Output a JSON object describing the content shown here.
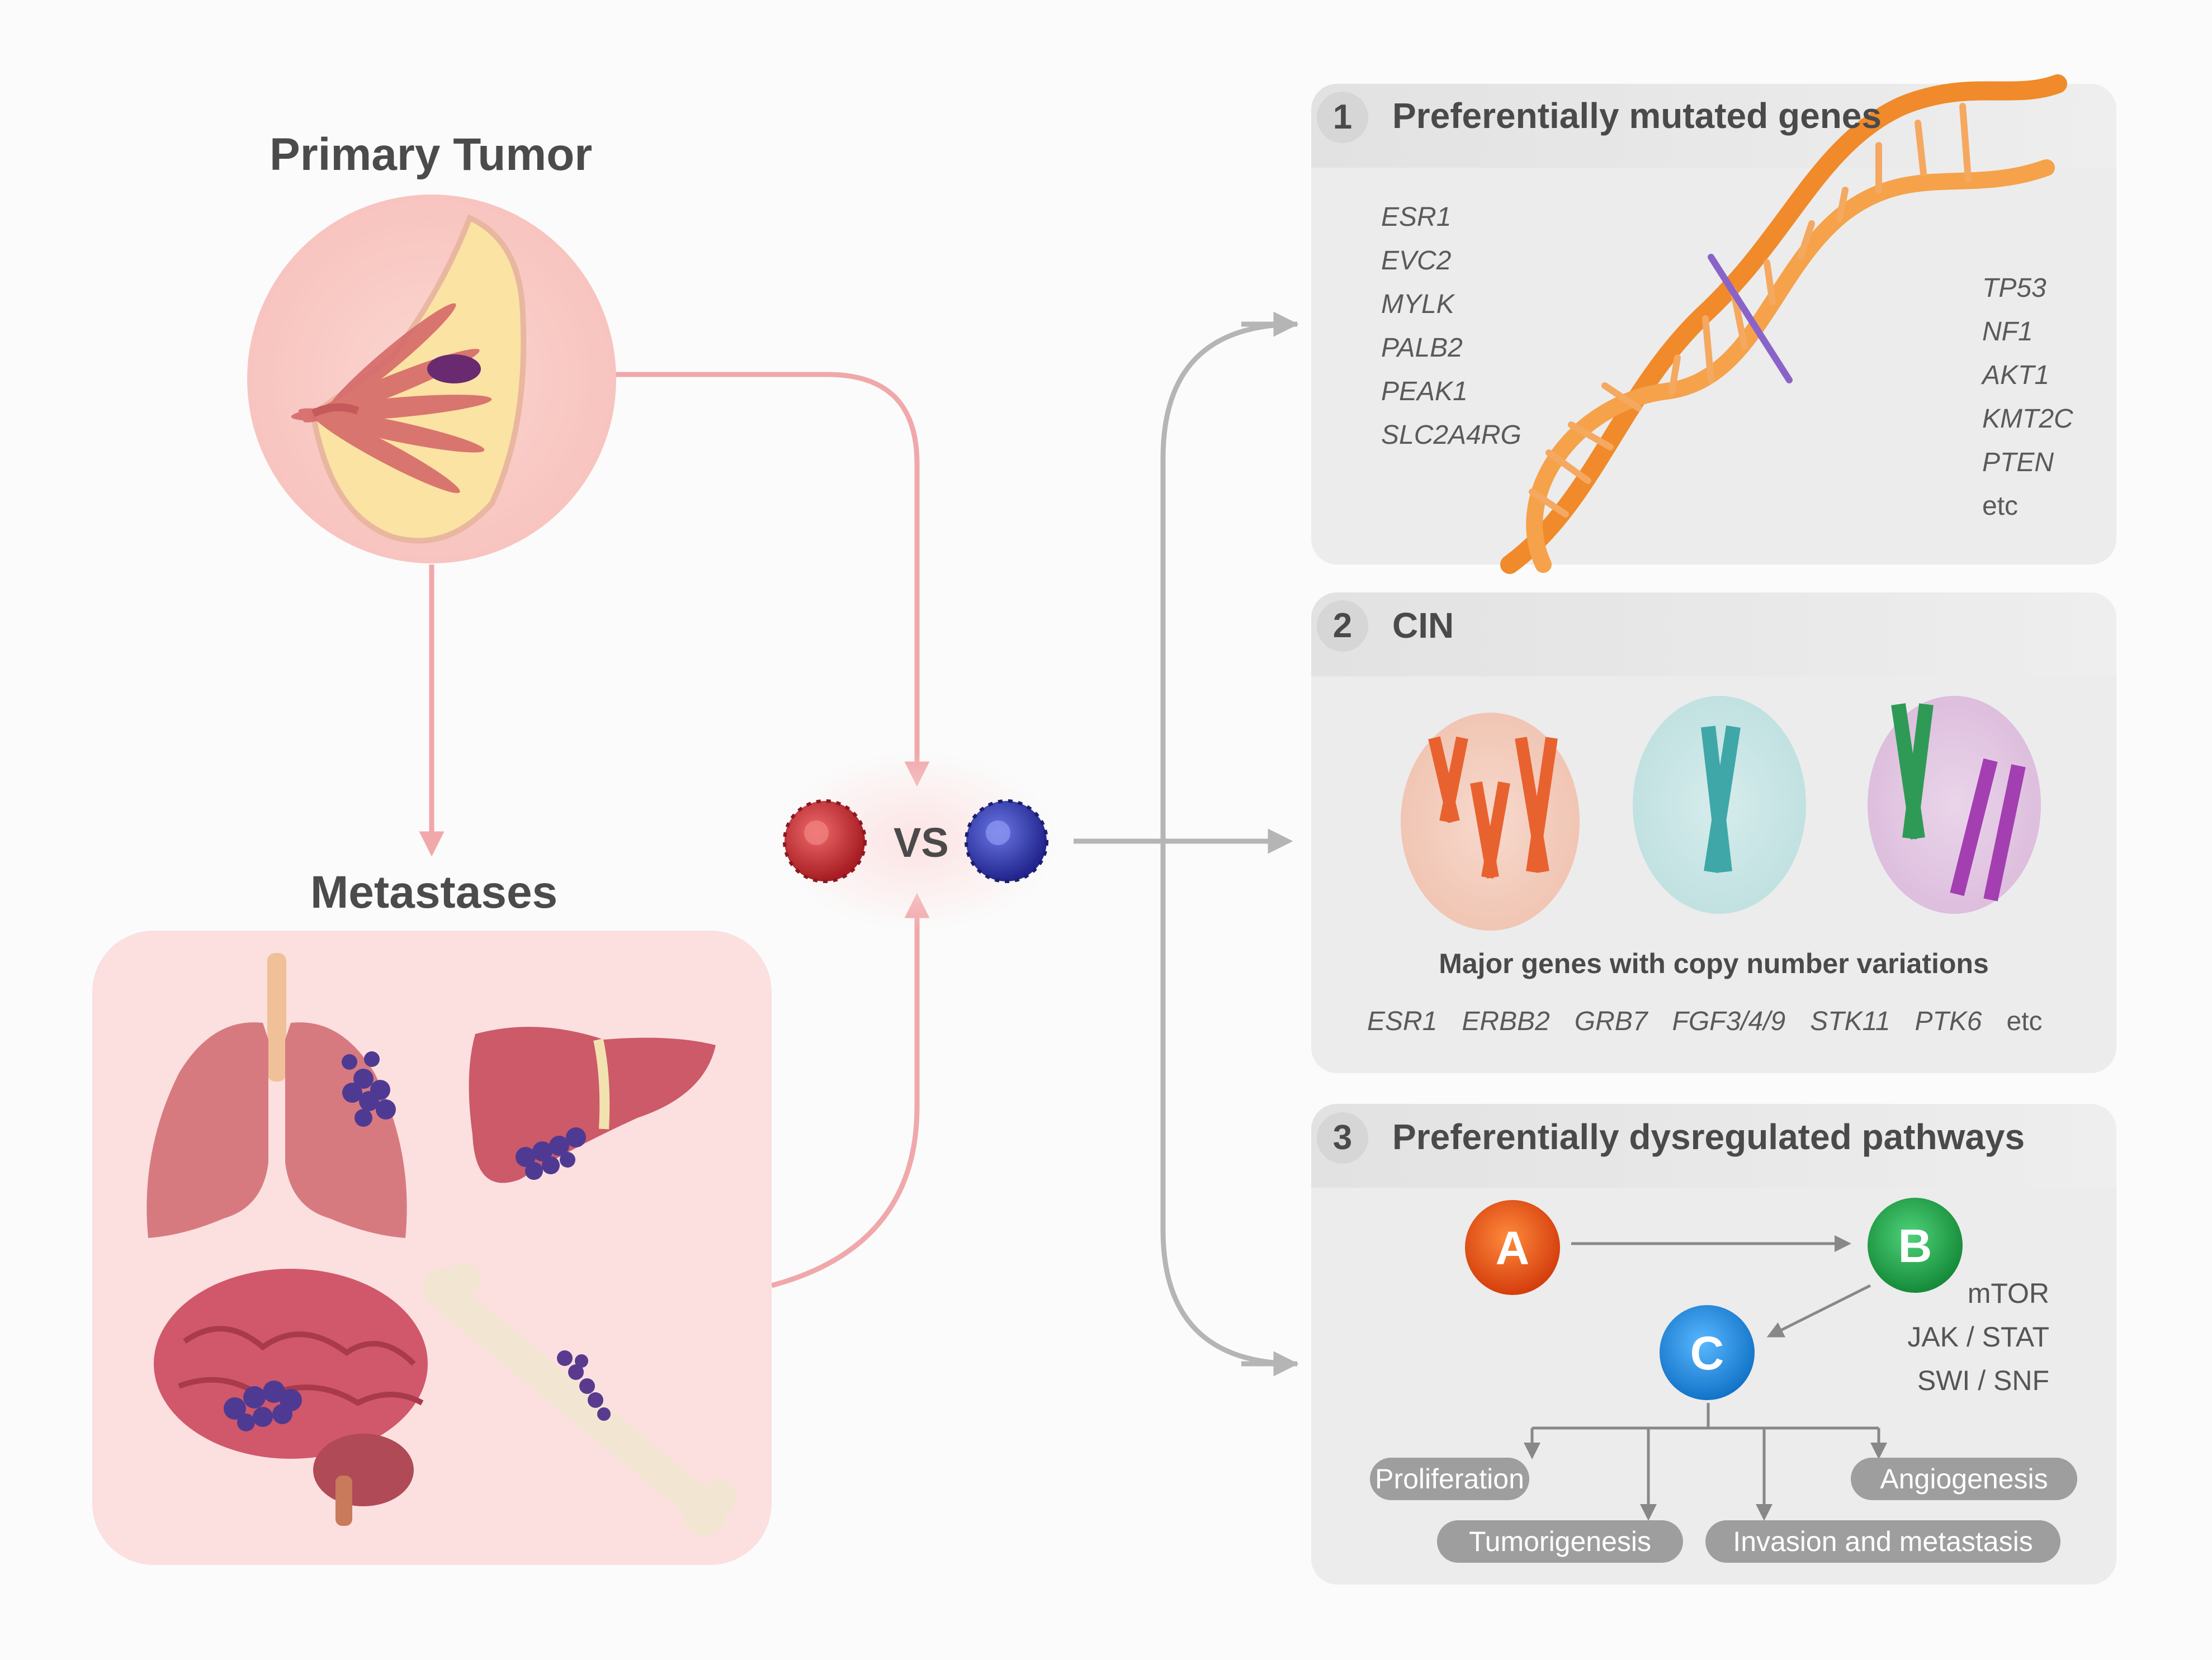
{
  "primary_tumor_title": "Primary Tumor",
  "metastases_title": "Metastases",
  "vs_label": "VS",
  "panels": [
    {
      "number": "1",
      "title": "Preferentially mutated genes"
    },
    {
      "number": "2",
      "title": "CIN"
    },
    {
      "number": "3",
      "title": "Preferentially dysregulated pathways"
    }
  ],
  "mutated_genes_left": [
    "ESR1",
    "EVC2",
    "MYLK",
    "PALB2",
    "PEAK1",
    "SLC2A4RG"
  ],
  "mutated_genes_right": [
    "TP53",
    "NF1",
    "AKT1",
    "KMT2C",
    "PTEN",
    "etc"
  ],
  "cin_caption": "Major genes with copy number variations",
  "cnv_genes": [
    "ESR1",
    "ERBB2",
    "GRB7",
    "FGF3/4/9",
    "STK11",
    "PTK6",
    "etc"
  ],
  "pathway_nodes": [
    "A",
    "B",
    "C"
  ],
  "pathway_names": [
    "mTOR",
    "JAK / STAT",
    "SWI / SNF"
  ],
  "outcomes": [
    "Proliferation",
    "Angiogenesis",
    "Tumorigenesis",
    "Invasion and metastasis"
  ],
  "colors": {
    "arrow_pink": "#f0a8aa",
    "arrow_gray": "#b5b5b5",
    "node_a": "#ea5a1c",
    "node_b": "#21a84a",
    "node_c": "#1e8fe0",
    "dna": "#f08a2a",
    "panel_bg": "#ececec"
  }
}
